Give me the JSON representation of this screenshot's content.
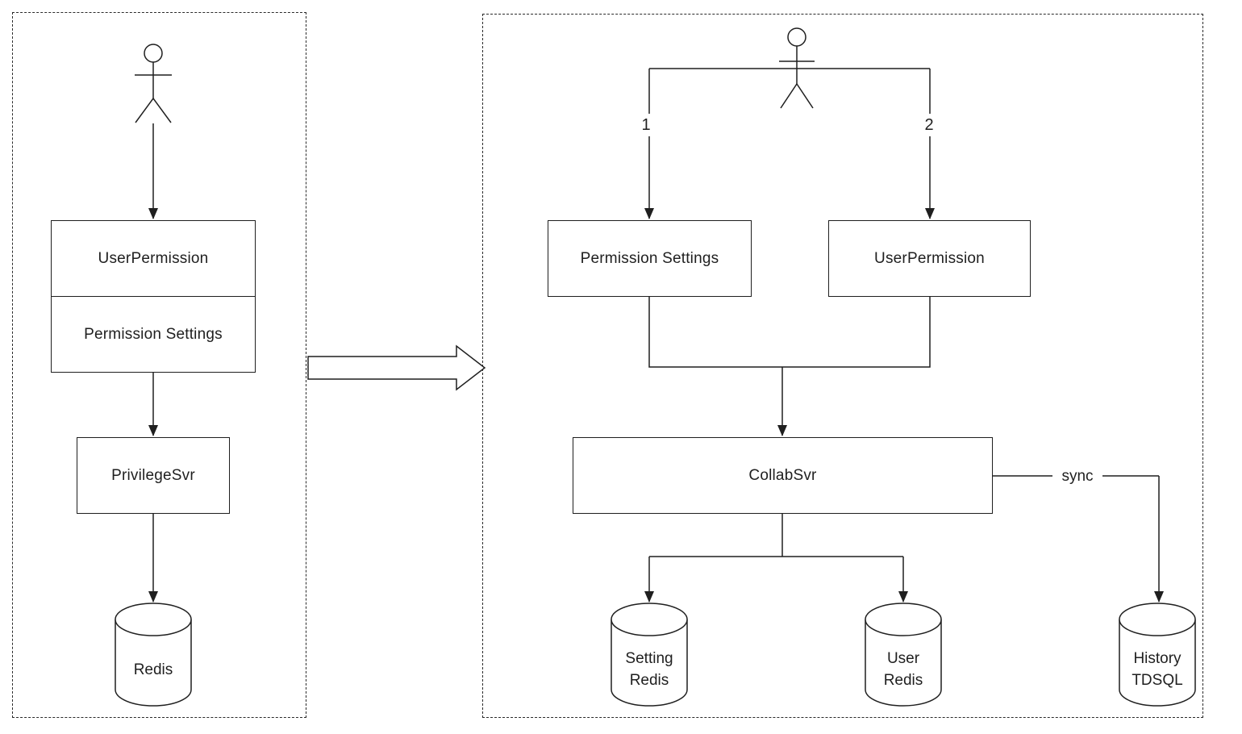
{
  "left": {
    "user_permission_label": "UserPermission",
    "permission_settings_label": "Permission Settings",
    "privilege_svr_label": "PrivilegeSvr",
    "redis_label": "Redis"
  },
  "right": {
    "flow_label_1": "1",
    "flow_label_2": "2",
    "permission_settings_label": "Permission Settings",
    "user_permission_label": "UserPermission",
    "collab_svr_label": "CollabSvr",
    "sync_label": "sync",
    "setting_redis": {
      "line1": "Setting",
      "line2": "Redis"
    },
    "user_redis": {
      "line1": "User",
      "line2": "Redis"
    },
    "history_tdsql": {
      "line1": "History",
      "line2": "TDSQL"
    }
  },
  "colors": {
    "ink": "#1f1f1f",
    "background": "#ffffff"
  }
}
